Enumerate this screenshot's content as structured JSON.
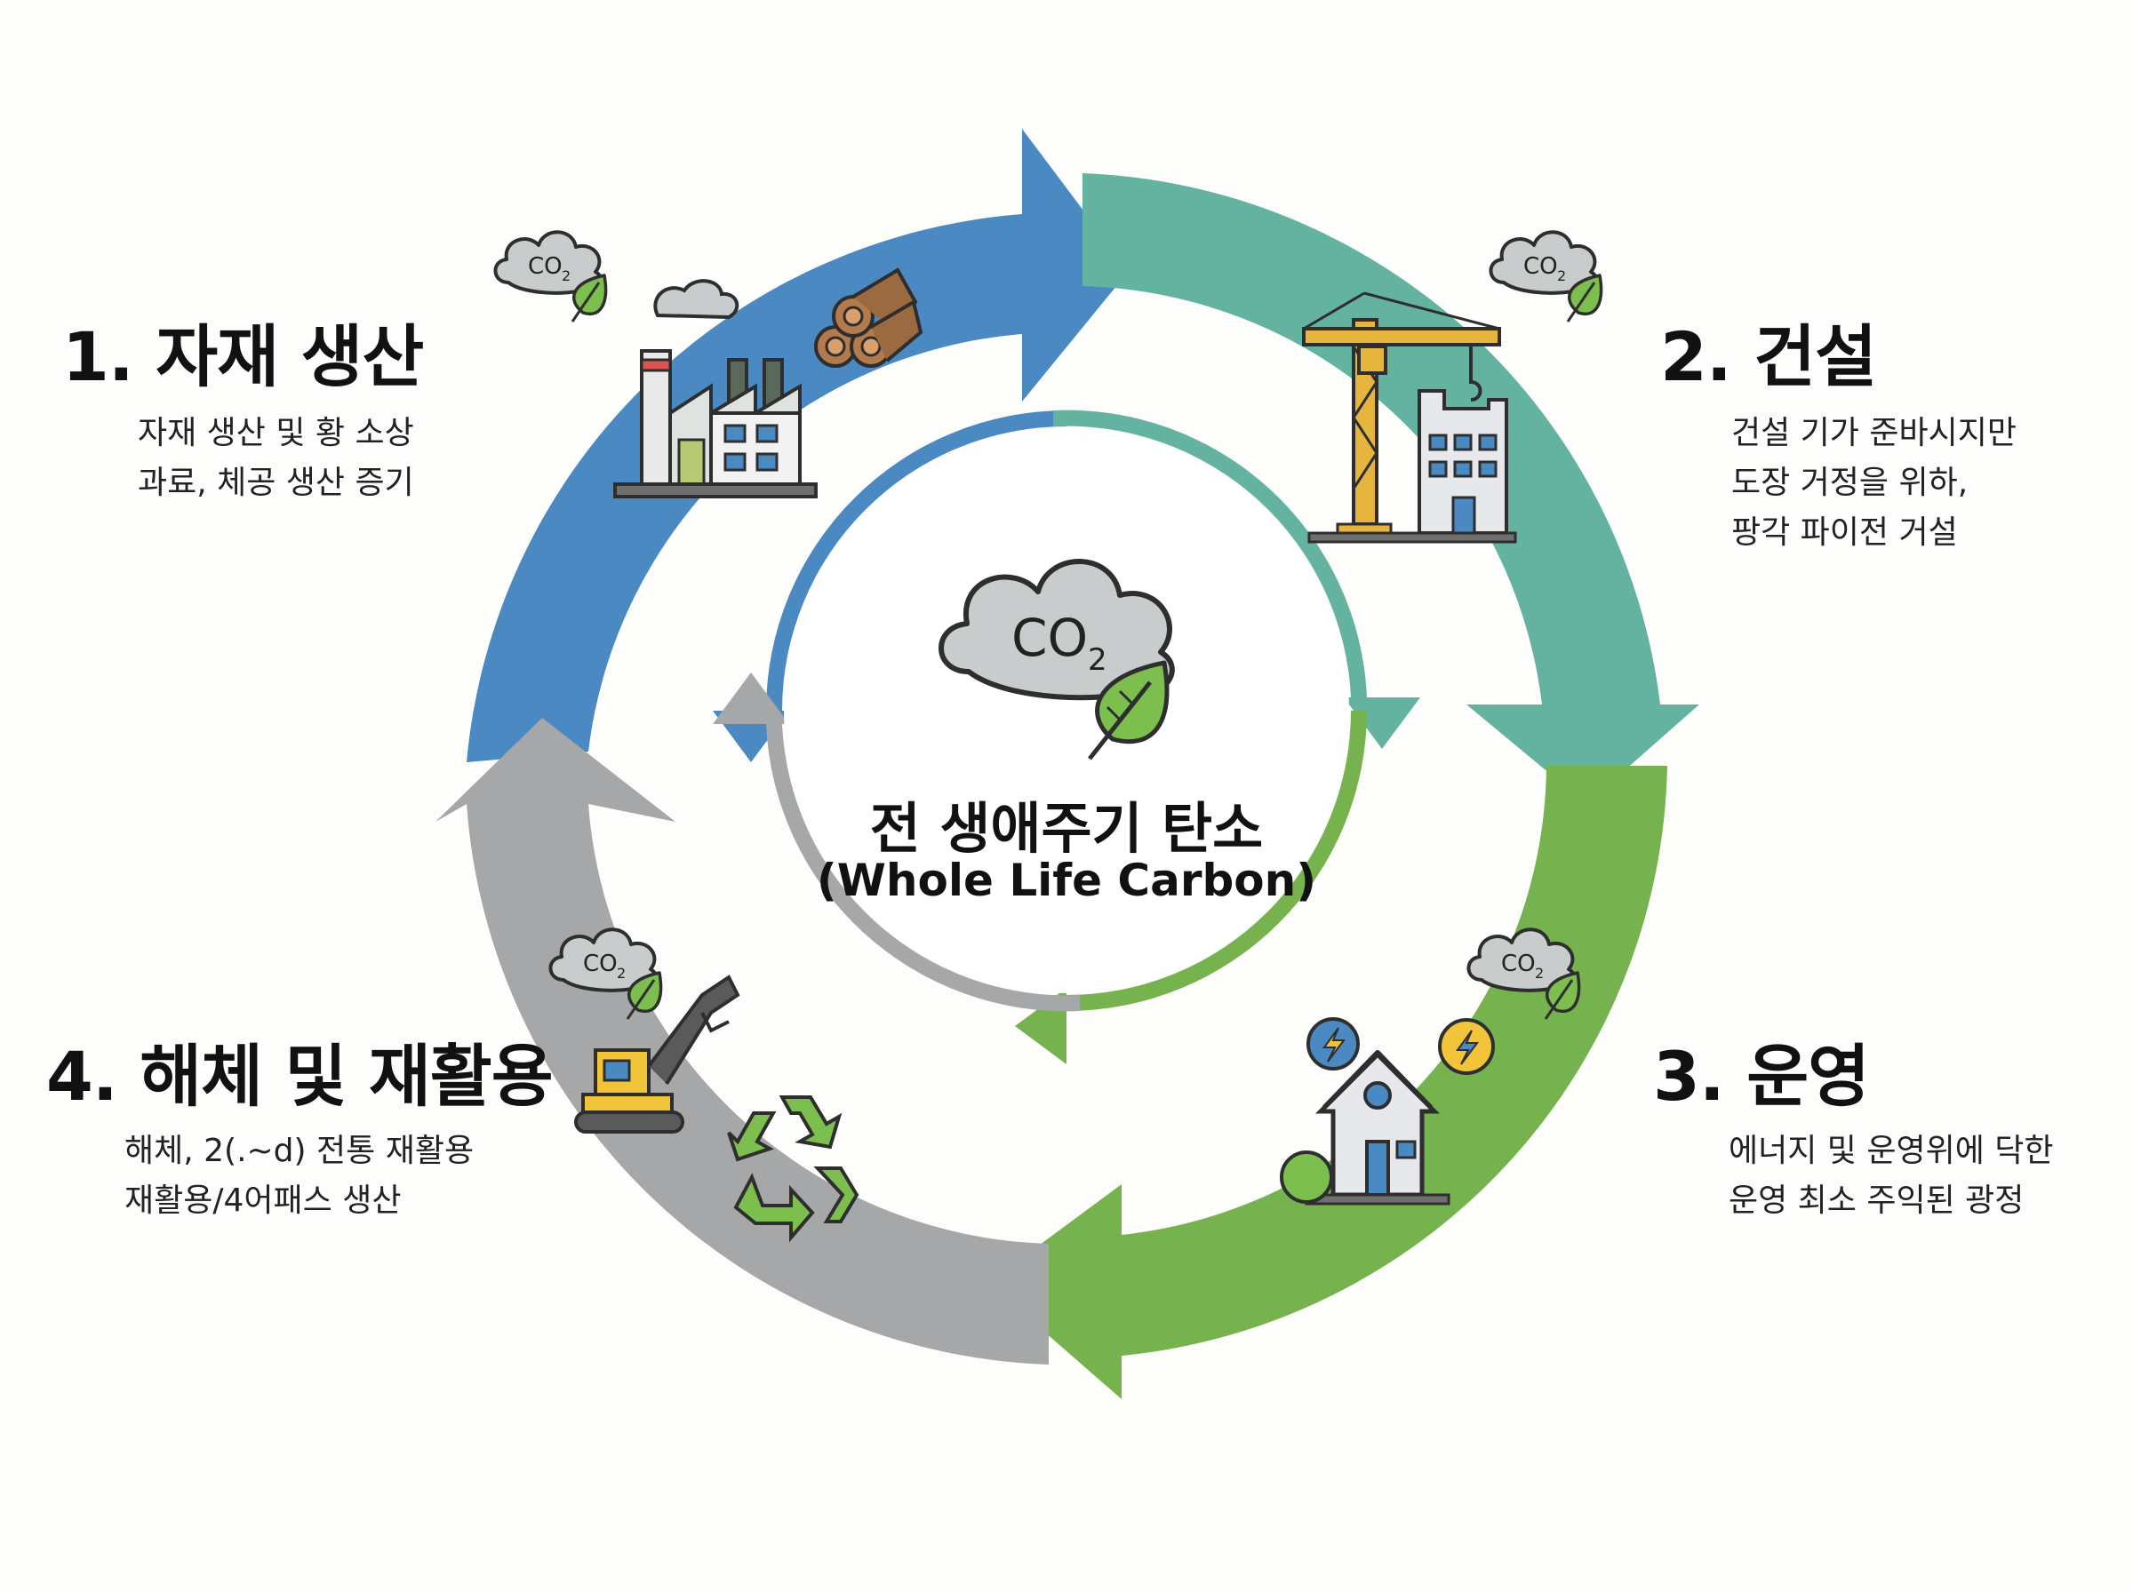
{
  "center": {
    "title_ko": "전 생애주기 탄소",
    "title_en": "(Whole Life Carbon)",
    "co2_text": "CO",
    "co2_sub": "2"
  },
  "stages": [
    {
      "title": "1. 자재 생산",
      "desc": [
        "자재 생산 및 황 소상",
        "과료, 체공 생산 증기"
      ],
      "color": "#4a89c2",
      "icon": "factory-icon"
    },
    {
      "title": "2. 건설",
      "desc": [
        "건설 기가 준바시지만",
        "도장 거정을 위하,",
        "팡각 파이전 거설"
      ],
      "color": "#64b3a0",
      "icon": "crane-icon"
    },
    {
      "title": "3. 운영",
      "desc": [
        "에너지 및 운영위에 닥한",
        "운영 최소 주익된 광정"
      ],
      "color": "#76b34e",
      "icon": "house-icon"
    },
    {
      "title": "4. 해체 및 재활용",
      "desc": [
        "해체, 2(.~d) 전통 재활용",
        "재활용/4어패스 생산"
      ],
      "color": "#a6a7a8",
      "icon": "recycle-icon"
    }
  ]
}
